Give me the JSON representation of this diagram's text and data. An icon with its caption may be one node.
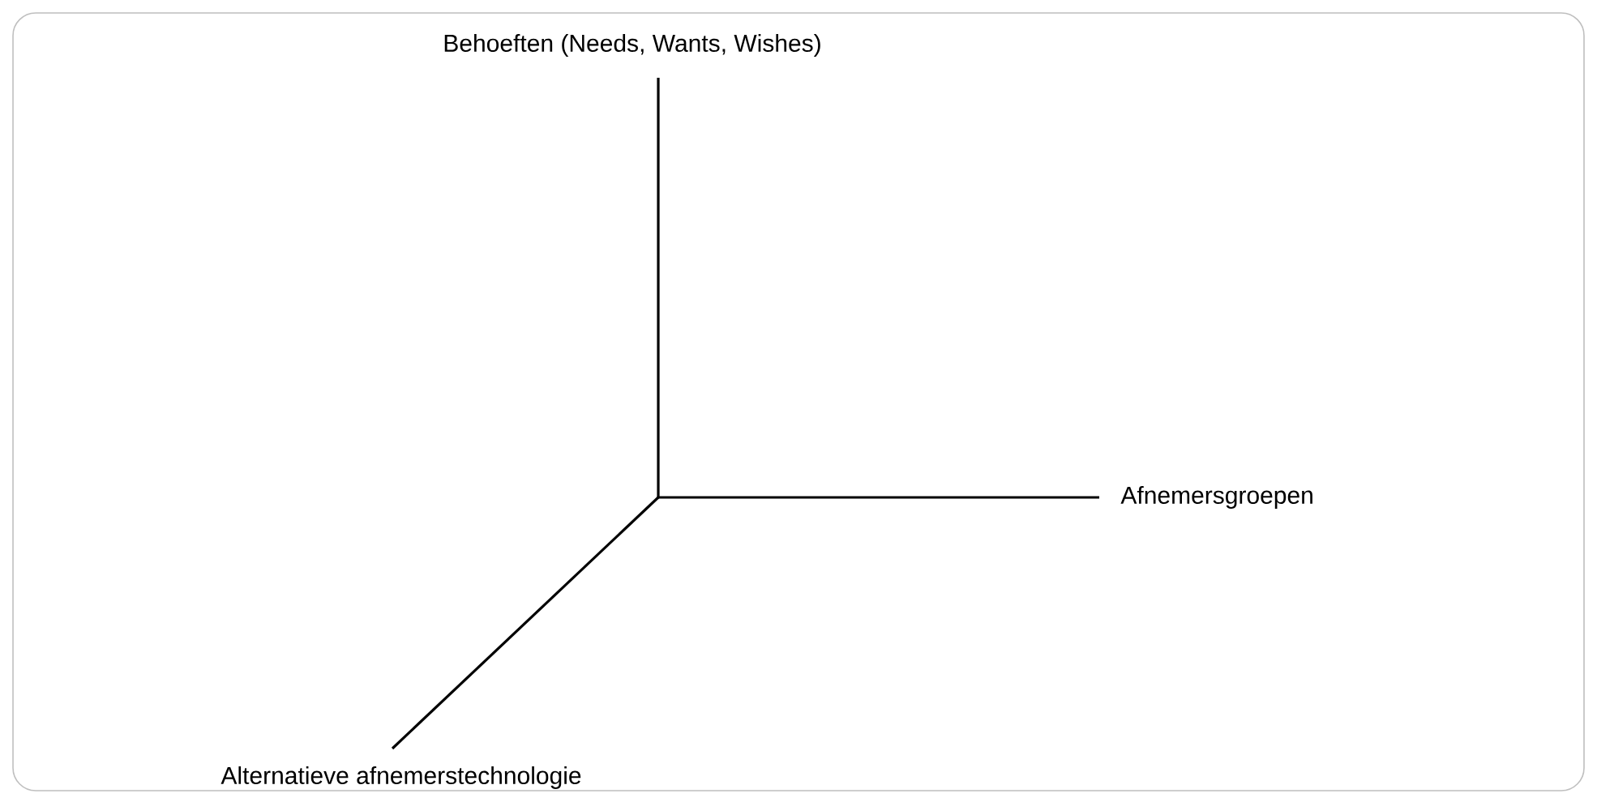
{
  "diagram": {
    "labels": [
      "Behoeften (Needs, Wants, Wishes)",
      "Afnemersgroepen",
      "Alternatieve afnemerstechnologie"
    ]
  }
}
